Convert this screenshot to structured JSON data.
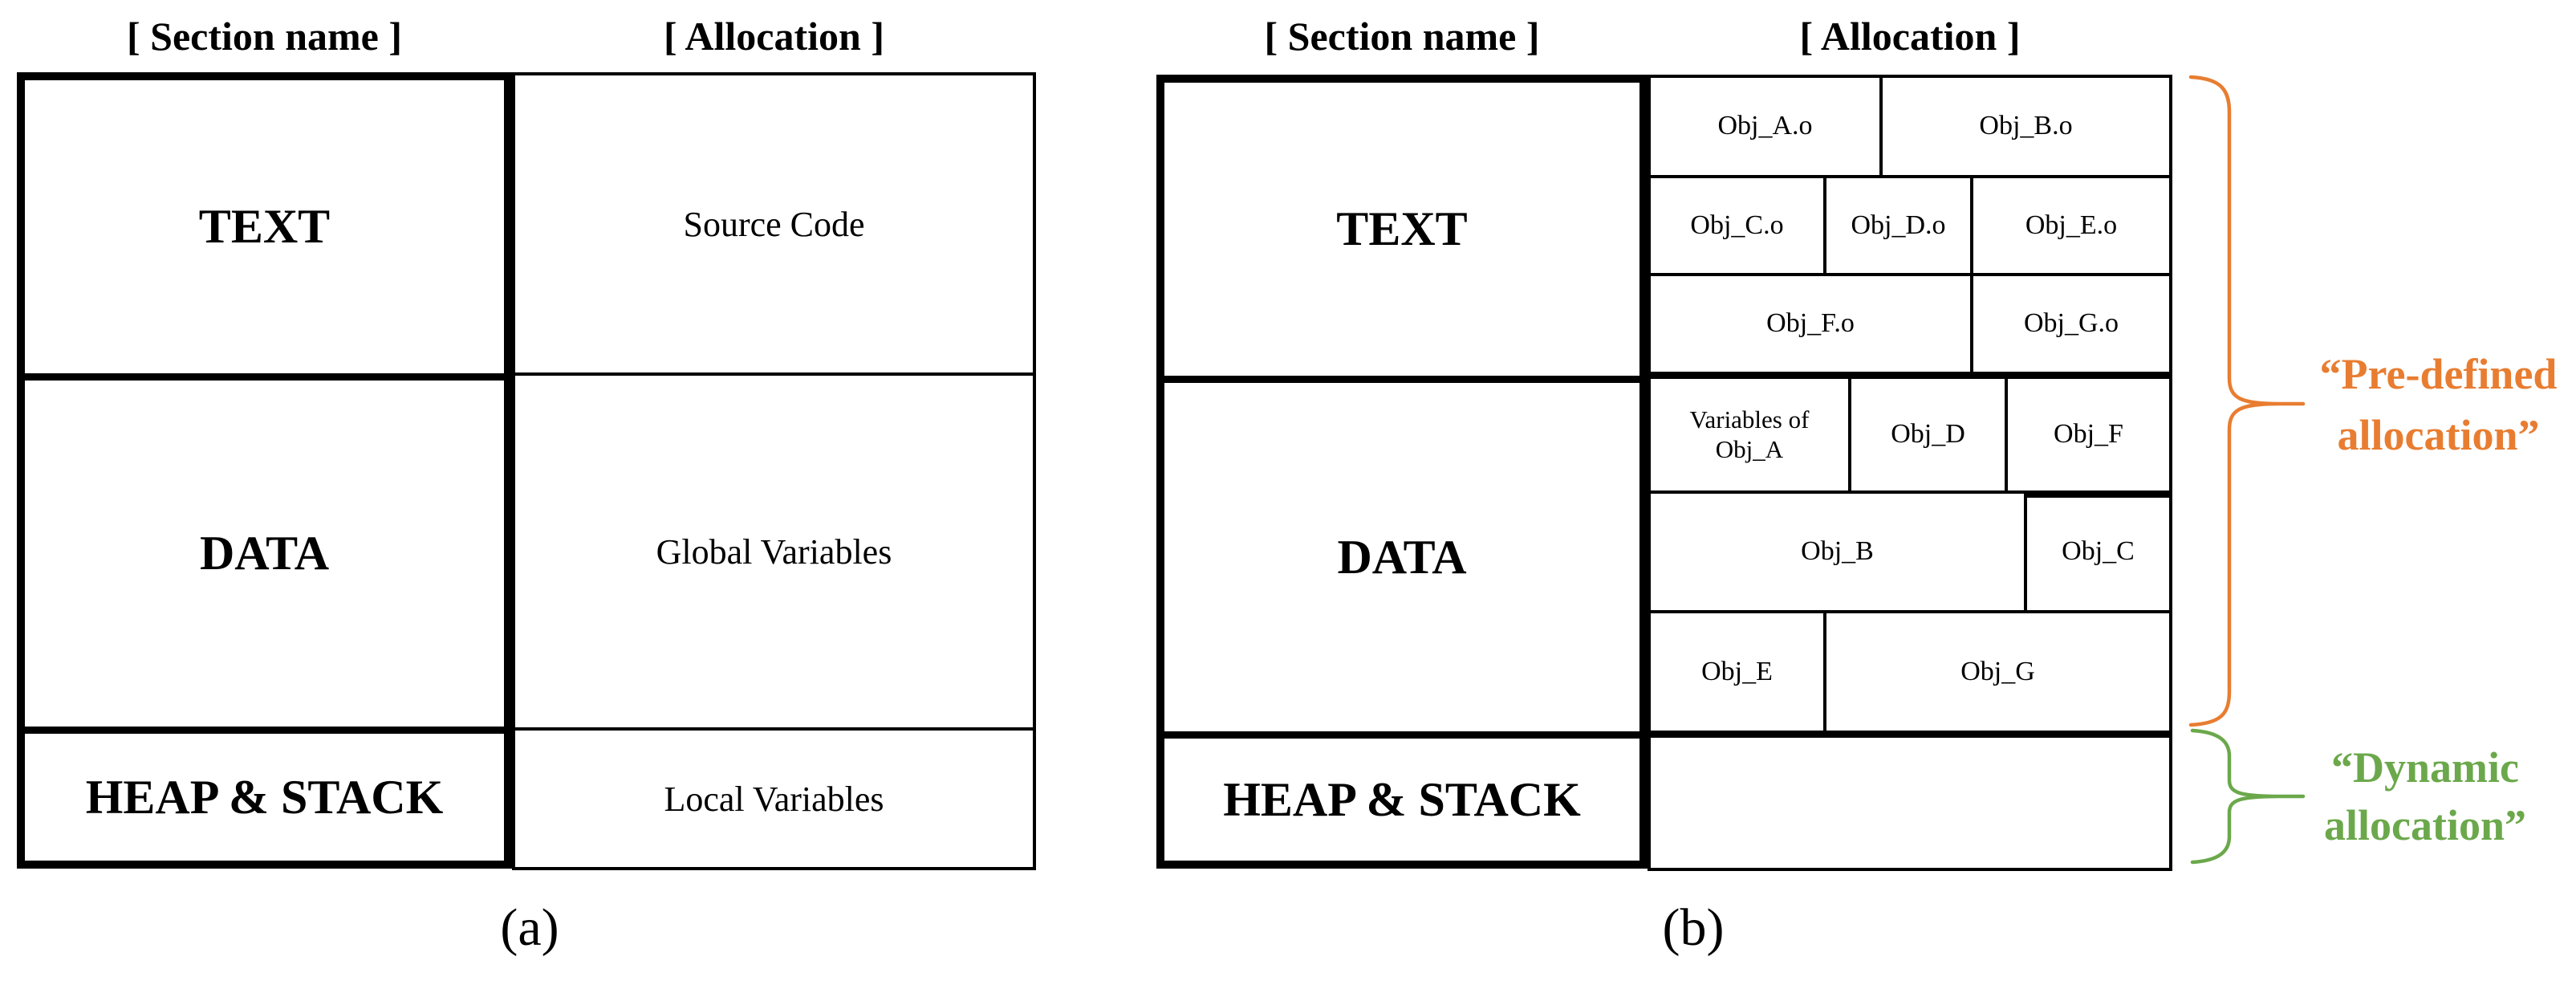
{
  "panel_a": {
    "label": "(a)",
    "headers": {
      "section": "[ Section name ]",
      "allocation": "[ Allocation ]"
    },
    "rows": [
      {
        "section": "TEXT",
        "allocation": "Source Code"
      },
      {
        "section": "DATA",
        "allocation": "Global Variables"
      },
      {
        "section": "HEAP & STACK",
        "allocation": "Local Variables"
      }
    ]
  },
  "panel_b": {
    "label": "(b)",
    "headers": {
      "section": "[ Section name ]",
      "allocation": "[ Allocation ]"
    },
    "sections": [
      "TEXT",
      "DATA",
      "HEAP & STACK"
    ],
    "text_rows": [
      [
        "Obj_A.o",
        "Obj_B.o"
      ],
      [
        "Obj_C.o",
        "Obj_D.o",
        "Obj_E.o"
      ],
      [
        "Obj_F.o",
        "Obj_G.o"
      ]
    ],
    "data_rows": [
      [
        "Variables of Obj_A",
        "Obj_D",
        "Obj_F"
      ],
      [
        "Obj_B",
        "Obj_C"
      ],
      [
        "Obj_E",
        "Obj_G"
      ]
    ],
    "heap_allocation": "",
    "annotations": {
      "predefined": {
        "lines": [
          "“Pre-defined",
          "allocation”"
        ],
        "color": "#E87D31"
      },
      "dynamic": {
        "lines": [
          "“Dynamic",
          "allocation”"
        ],
        "color": "#6BA84B"
      }
    }
  }
}
